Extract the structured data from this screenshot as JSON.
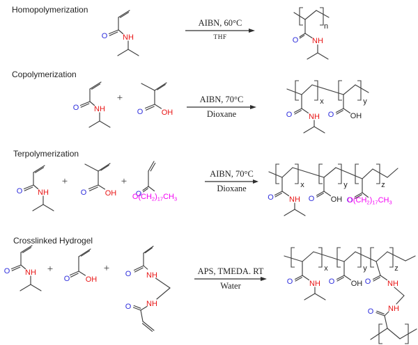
{
  "page": {
    "background": "#ffffff"
  },
  "colors": {
    "bond": "#3f3f3f",
    "oxygen": "#2d2ddc",
    "amine": "#e81414",
    "magenta": "#f400f4",
    "text": "#1f1f1f"
  },
  "sections": {
    "homo": {
      "title": "Homopolymerization",
      "reagent_top": "AIBN, 60°C",
      "reagent_bottom": "THF"
    },
    "co": {
      "title": "Copolymerization",
      "reagent_top": "AIBN, 70°C",
      "reagent_bottom": "Dioxane"
    },
    "ter": {
      "title": "Terpolymerization",
      "reagent_top": "AIBN, 70°C",
      "reagent_bottom": "Dioxane"
    },
    "gel": {
      "title": "Crosslinked Hydrogel",
      "reagent_top": "APS, TMEDA. RT",
      "reagent_bottom": "Water"
    }
  },
  "atoms": {
    "O": "O",
    "NH": "NH",
    "OH": "OH"
  },
  "subscripts": {
    "n": "n",
    "x": "x",
    "y": "y",
    "z": "z"
  },
  "plus": "+",
  "stearyl_formula": {
    "p1": "O(CH",
    "s1": "2",
    "p2": ")",
    "s2": "17",
    "p3": "CH",
    "s3": "3"
  }
}
